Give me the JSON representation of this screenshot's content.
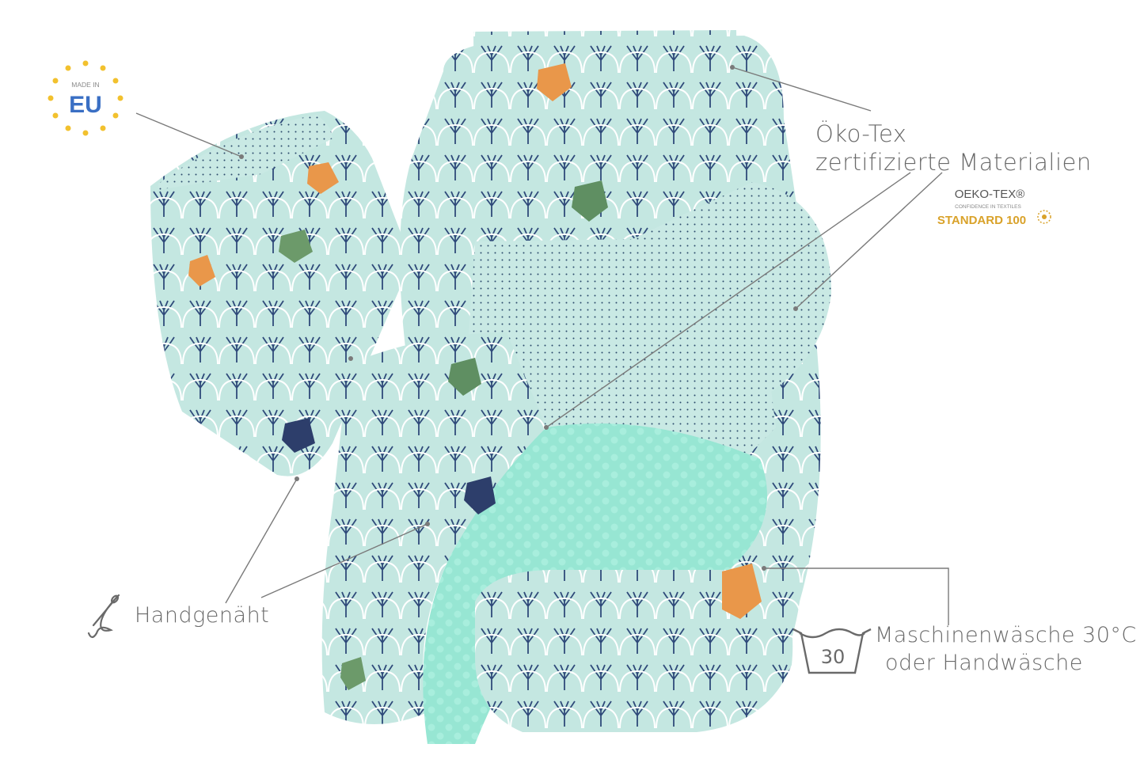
{
  "badges": {
    "made_in_small": "MADE IN",
    "made_in_big": "EU",
    "oeko_brand": "OEKO-TEX®",
    "oeko_confidence": "CONFIDENCE IN TEXTILES",
    "oeko_standard": "STANDARD 100"
  },
  "labels": {
    "oeko_title": "Öko-Tex",
    "oeko_subtitle": "zertifizierte Materialien",
    "hand_sewn": "Handgenäht",
    "wash_temp": "30",
    "wash_line1": "Maschinenwäsche 30°C",
    "wash_line2": "oder Handwäsche"
  },
  "icons": [
    "eu-stars-icon",
    "oeko-flower-icon",
    "needle-thread-icon",
    "wash-tub-icon"
  ],
  "colors": {
    "eu_blue": "#3a6fc4",
    "eu_star": "#f2c12e",
    "oeko_gold": "#d9a22a",
    "label_grey": "#6a6a6a",
    "fabric_mint": "#bfe6e0",
    "fabric_navy": "#2d3e6b",
    "minky_mint": "#8fe3cf",
    "fox_orange": "#e9974a"
  }
}
